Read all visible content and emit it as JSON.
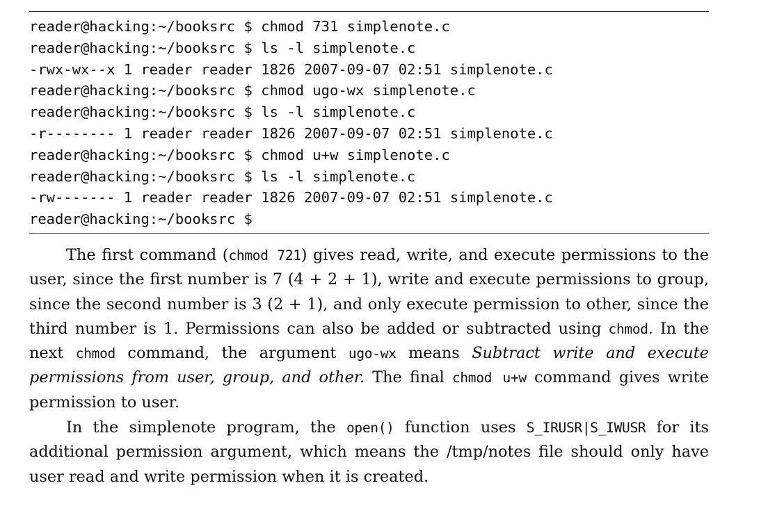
{
  "terminal": {
    "lines": [
      "reader@hacking:~/booksrc $ chmod 731 simplenote.c",
      "reader@hacking:~/booksrc $ ls -l simplenote.c",
      "-rwx-wx--x 1 reader reader 1826 2007-09-07 02:51 simplenote.c",
      "reader@hacking:~/booksrc $ chmod ugo-wx simplenote.c",
      "reader@hacking:~/booksrc $ ls -l simplenote.c",
      "-r-------- 1 reader reader 1826 2007-09-07 02:51 simplenote.c",
      "reader@hacking:~/booksrc $ chmod u+w simplenote.c",
      "reader@hacking:~/booksrc $ ls -l simplenote.c",
      "-rw------- 1 reader reader 1826 2007-09-07 02:51 simplenote.c",
      "reader@hacking:~/booksrc $"
    ]
  },
  "para1": {
    "t1": "The first command (",
    "c1": "chmod 721",
    "t2": ") gives read, write, and execute permissions to the user, since the first number is 7 (4 + 2 + 1), write and execute permissions to group, since the second number is 3 (2 + 1), and only execute permission to other, since the third number is 1. Permissions can also be added or subtracted using ",
    "c2": "chmod",
    "t3": ". In the next ",
    "c3": "chmod",
    "t4": " command, the argument ",
    "c4": "ugo-wx",
    "t5": " means ",
    "em1": "Subtract write and execute permissions from user, group, and other.",
    "t6": " The final ",
    "c5": "chmod u+w",
    "t7": " command gives write permission to user."
  },
  "para2": {
    "t1": "In the simplenote program, the ",
    "c1": "open()",
    "t2": " function uses ",
    "c2": "S_IRUSR|S_IWUSR",
    "t3": " for its additional permission argument, which means the /tmp/notes file should only have user read and write permission when it is created."
  }
}
